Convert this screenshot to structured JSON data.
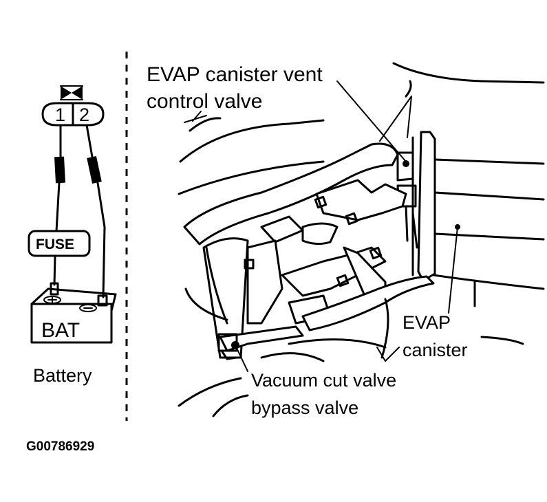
{
  "connector": {
    "pin1": "1",
    "pin2": "2"
  },
  "fuse_label": "FUSE",
  "battery": {
    "case_text": "BAT",
    "caption": "Battery"
  },
  "callouts": {
    "vent_valve_line1": "EVAP canister vent",
    "vent_valve_line2": "control valve",
    "canister_line1": "EVAP",
    "canister_line2": "canister",
    "vacuum_cut_valve": "Vacuum cut valve",
    "bypass_valve": "bypass valve"
  },
  "figure_code": "G00786929",
  "colors": {
    "ink": "#000000",
    "paper": "#ffffff"
  }
}
